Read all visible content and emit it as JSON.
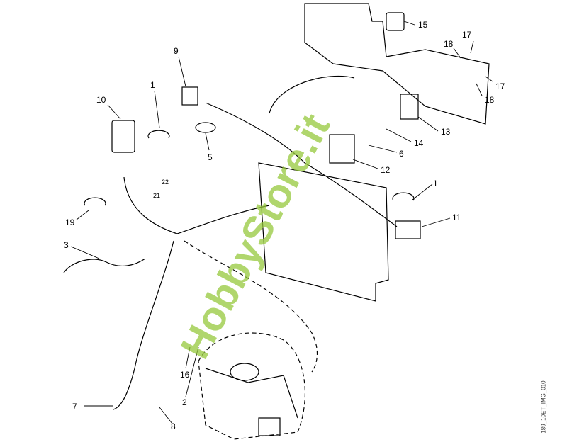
{
  "diagram": {
    "labels": [
      "15",
      "17",
      "18",
      "17",
      "18",
      "9",
      "1",
      "10",
      "5",
      "13",
      "14",
      "6",
      "12",
      "22",
      "21",
      "1",
      "19",
      "11",
      "3",
      "16",
      "2",
      "7",
      "8"
    ],
    "watermark": "HobbyStore.it",
    "image_code": "189_10ET_IMG_010"
  }
}
